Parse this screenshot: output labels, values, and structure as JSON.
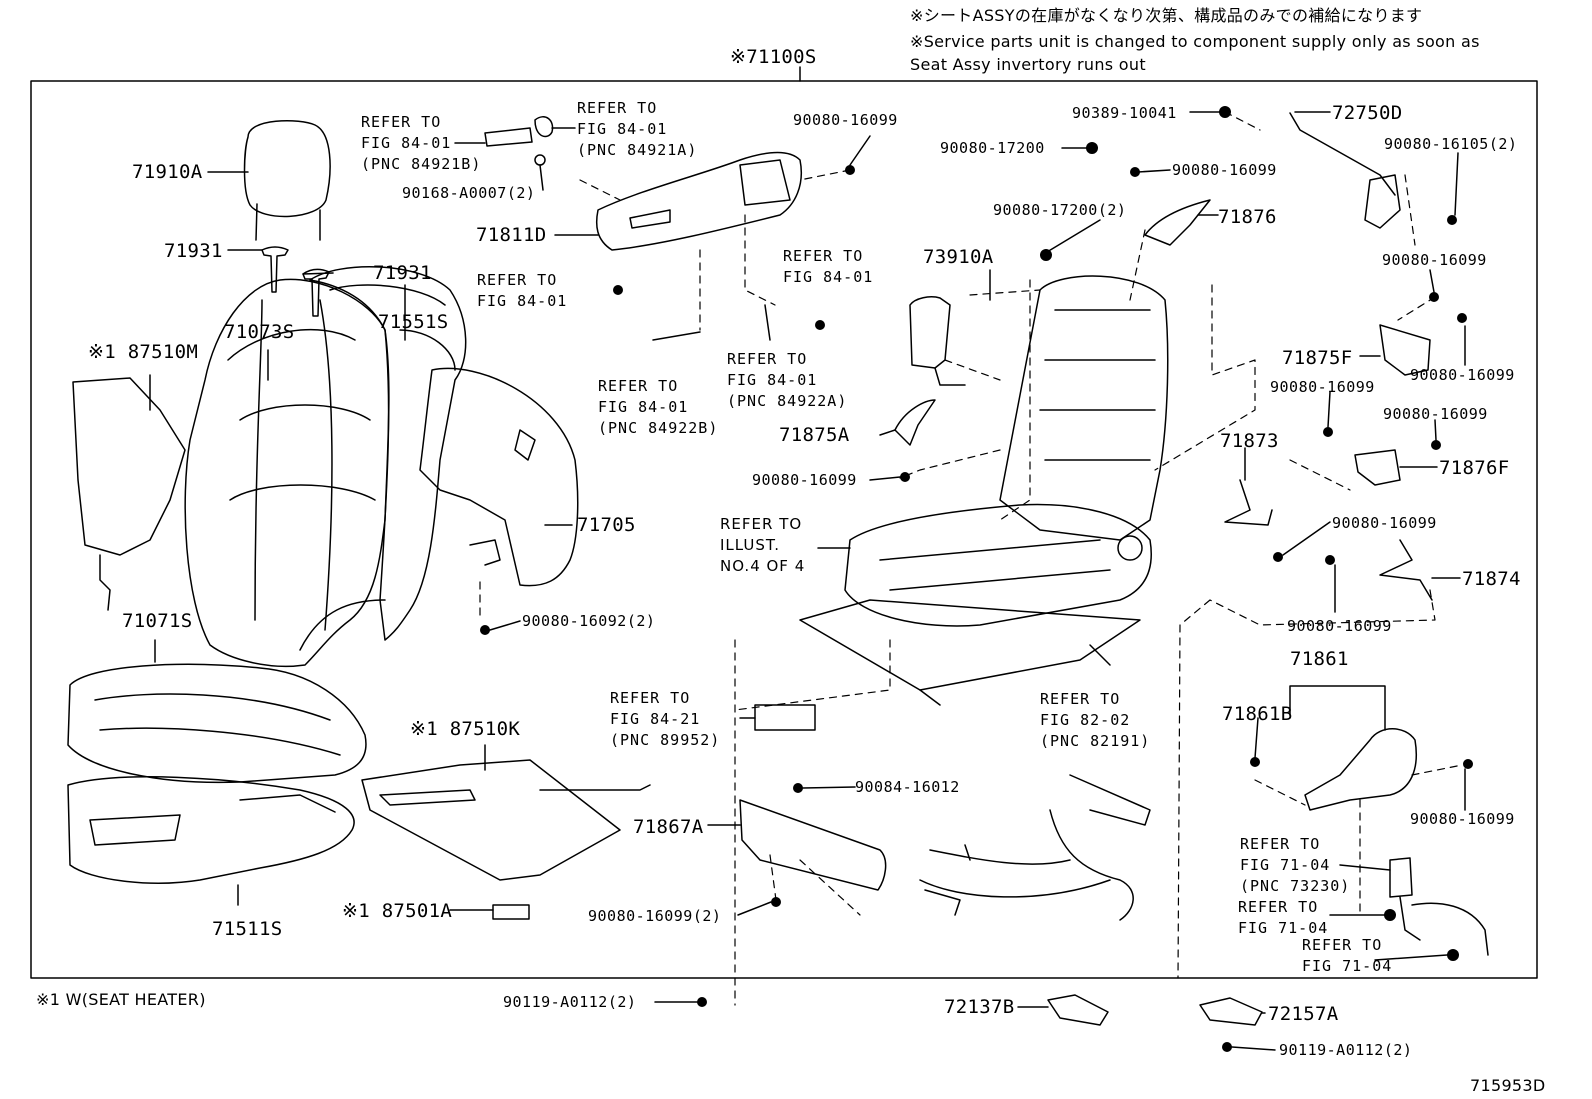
{
  "header": {
    "note_jp": "※シートASSYの在庫がなくなり次第、構成品のみでの補給になります",
    "note_en_1": "※Service parts unit is changed to component supply only as soon as",
    "note_en_2": "Seat Assy invertory runs out",
    "assy": "※71100S"
  },
  "footnote": "※1  W(SEAT  HEATER)",
  "diagram_id": "715953D",
  "parts": {
    "p71910A": "71910A",
    "p71931a": "71931",
    "p71931b": "71931",
    "p71073S": "71073S",
    "p71551S": "71551S",
    "p87510M": "※1 87510M",
    "p71705": "71705",
    "p71071S": "71071S",
    "p71511S": "71511S",
    "p87510K": "※1 87510K",
    "p87501A": "※1 87501A",
    "p71811D": "71811D",
    "p90168": "90168-A0007(2)",
    "p90080_16099_a": "90080-16099",
    "p90080_16092": "90080-16092(2)",
    "p73910A": "73910A",
    "p71875A": "71875A",
    "p90080_16099_b": "90080-16099",
    "p90080_17200_a": "90080-17200",
    "p90080_17200_b": "90080-17200(2)",
    "p90389": "90389-10041",
    "p72750D": "72750D",
    "p90080_16105": "90080-16105(2)",
    "p90080_16099_c": "90080-16099",
    "p71876": "71876",
    "p90080_16099_d": "90080-16099",
    "p71875F": "71875F",
    "p90080_16099_e": "90080-16099",
    "p90080_16099_f": "90080-16099",
    "p90080_16099_g": "90080-16099",
    "p71873": "71873",
    "p71876F": "71876F",
    "p90080_16099_h": "90080-16099",
    "p90080_16099_i": "90080-16099",
    "p71874": "71874",
    "p71861": "71861",
    "p71861B": "71861B",
    "p90080_16099_j": "90080-16099",
    "p90084": "90084-16012",
    "p71867A": "71867A",
    "p90080_16099_k": "90080-16099(2)",
    "p90119_a": "90119-A0112(2)",
    "p72137B": "72137B",
    "p72157A": "72157A",
    "p90119_b": "90119-A0112(2)"
  },
  "refs": {
    "r1": "REFER TO\nFIG 84-01\n(PNC 84921B)",
    "r2": "REFER TO\nFIG 84-01\n(PNC 84921A)",
    "r3": "REFER TO\nFIG 84-01",
    "r4": "REFER TO\nFIG 84-01",
    "r5": "REFER TO\nFIG 84-01\n(PNC 84922A)",
    "r6": "REFER TO\nFIG 84-01\n(PNC 84922B)",
    "r7": "REFER TO\nILLUST.\nNO.4 OF 4",
    "r8": "REFER TO\nFIG 84-21\n(PNC 89952)",
    "r9": "REFER TO\nFIG 82-02\n(PNC 82191)",
    "r10": "REFER TO\nFIG 71-04\n(PNC 73230)",
    "r11": "REFER TO\nFIG 71-04",
    "r12": "REFER TO\nFIG 71-04"
  }
}
